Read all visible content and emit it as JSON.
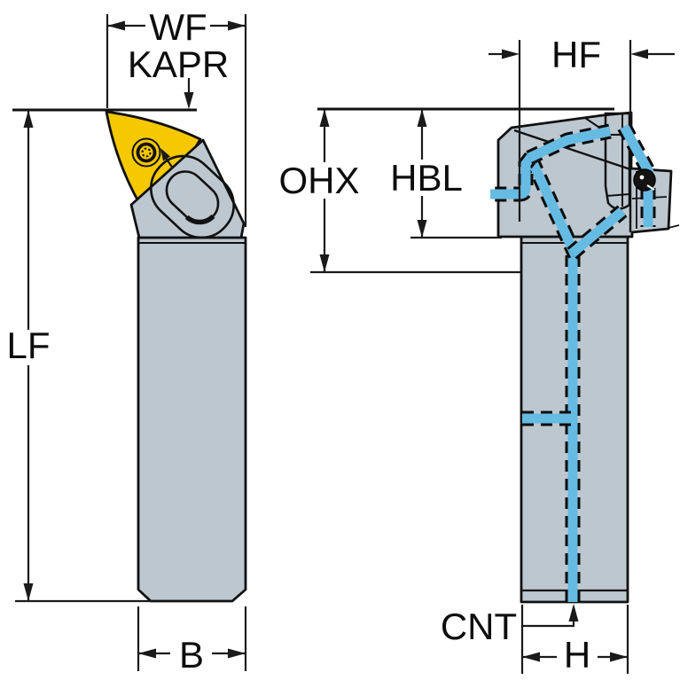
{
  "diagram": {
    "title": "Tool holder dimensional drawing, front and side views",
    "views": [
      {
        "name": "front-view",
        "dimension_labels": [
          "WF",
          "KAPR",
          "LF",
          "B"
        ]
      },
      {
        "name": "side-view",
        "dimension_labels": [
          "HF",
          "OHX",
          "HBL",
          "CNT",
          "H"
        ]
      }
    ],
    "labels": {
      "wf": "WF",
      "kapr": "KAPR",
      "lf": "LF",
      "b": "B",
      "hf": "HF",
      "ohx": "OHX",
      "hbl": "HBL",
      "cnt": "CNT",
      "h": "H"
    },
    "colors": {
      "insert_yellow": "#f6c800",
      "body_gray": "#bdc7cf",
      "coolant_blue": "#66bbe3",
      "outline": "#111111",
      "background": "#ffffff"
    }
  }
}
